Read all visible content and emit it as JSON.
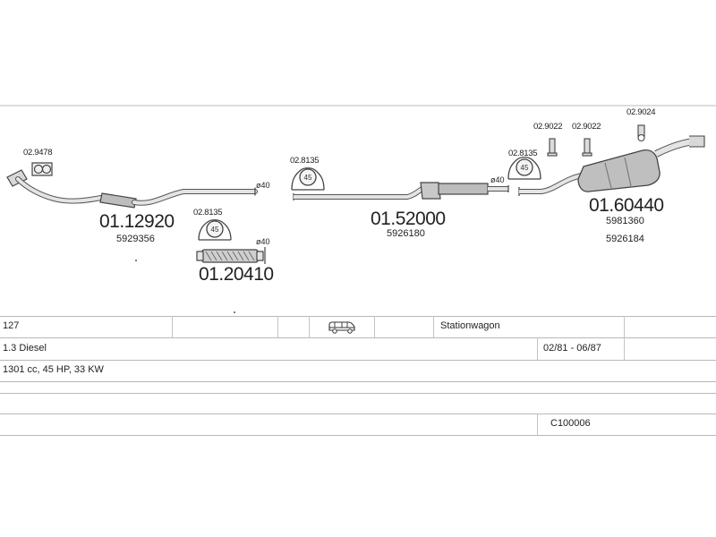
{
  "parts": {
    "front_pipe": {
      "code": "01.12920",
      "oem": "5929356"
    },
    "front_gasket": {
      "code": "02.9478"
    },
    "flex_clamp": {
      "code": "02.8135",
      "size": "45"
    },
    "flex_pipe": {
      "code": "01.20410",
      "diameter": "ø40"
    },
    "front_pipe_diameter": "ø40",
    "mid_clamp": {
      "code": "02.8135",
      "size": "45"
    },
    "middle_silencer": {
      "code": "01.52000",
      "oem": "5926180",
      "diameter": "ø40"
    },
    "rear_clamp": {
      "code": "02.8135",
      "size": "45"
    },
    "rear_hanger_1": {
      "code": "02.9022"
    },
    "rear_hanger_2": {
      "code": "02.9022"
    },
    "rear_hanger_3": {
      "code": "02.9024"
    },
    "rear_silencer": {
      "code": "01.60440",
      "oem_1": "5981360",
      "oem_2": "5926184"
    }
  },
  "table": {
    "model": "127",
    "body_type": "Stationwagon",
    "body_icon": "station-wagon-icon",
    "engine": "1.3 Diesel",
    "years": "02/81 - 06/87",
    "specs": "1301 cc, 45 HP, 33 KW",
    "catalog_code": "C100006"
  }
}
